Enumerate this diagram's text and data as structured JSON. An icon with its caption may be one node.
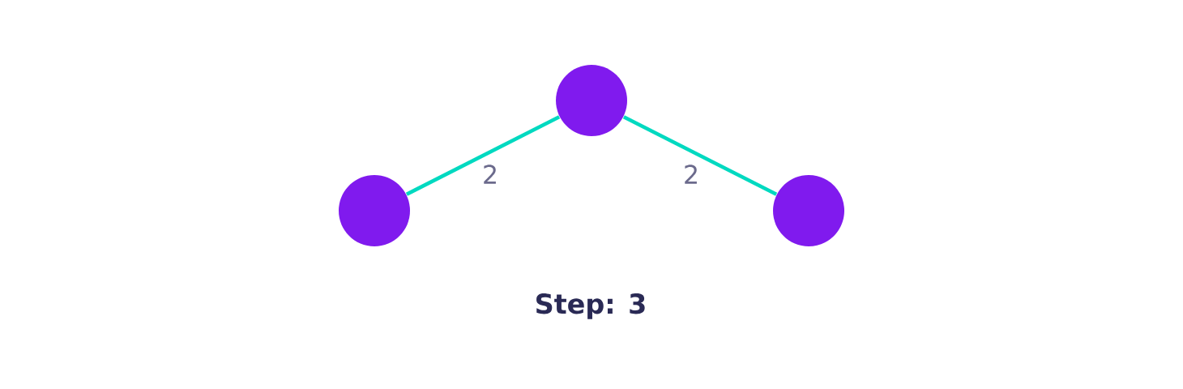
{
  "diagram": {
    "nodes": [
      {
        "text": [],
        "shape": "circle"
      },
      {
        "text": [],
        "shape": "circle"
      },
      {
        "text": [],
        "shape": "circle"
      }
    ],
    "edges": [
      {
        "from": 0,
        "to": 1,
        "arrow": "none",
        "label": "2"
      },
      {
        "from": 0,
        "to": 2,
        "arrow": "none",
        "label": "2"
      }
    ],
    "labels": [
      "Step: 3"
    ]
  }
}
